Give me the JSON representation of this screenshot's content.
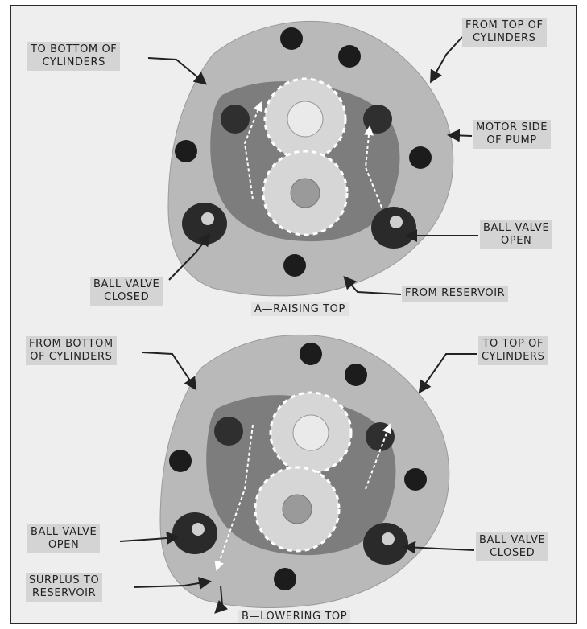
{
  "figure": {
    "panel_a": {
      "caption": "A—RAISING TOP",
      "labels": {
        "to_bottom_of_cylinders": "TO BOTTOM OF\nCYLINDERS",
        "from_top_of_cylinders": "FROM TOP OF\nCYLINDERS",
        "motor_side_of_pump": "MOTOR SIDE\nOF PUMP",
        "ball_valve_open": "BALL VALVE\nOPEN",
        "ball_valve_closed": "BALL VALVE\nCLOSED",
        "from_reservoir": "FROM RESERVOIR"
      }
    },
    "panel_b": {
      "caption": "B—LOWERING TOP",
      "labels": {
        "from_bottom_of_cylinders": "FROM BOTTOM\nOF CYLINDERS",
        "to_top_of_cylinders": "TO TOP OF\nCYLINDERS",
        "ball_valve_open": "BALL VALVE\nOPEN",
        "ball_valve_closed": "BALL VALVE\nCLOSED",
        "surplus_to_reservoir": "SURPLUS TO\nRESERVOIR"
      }
    }
  },
  "colors": {
    "pump_body": "#b9b9b9",
    "cavity": "#7a7a7a",
    "hole": "#1c1c1c",
    "gear": "#d6d6d6",
    "label_bg": "#d4d4d4"
  }
}
